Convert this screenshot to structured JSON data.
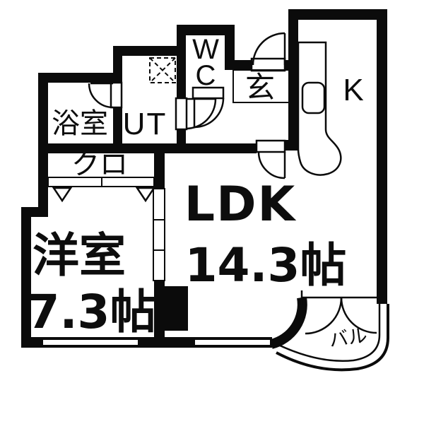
{
  "plan_type": "apartment-floor-plan",
  "colors": {
    "wall": "#0b0b0b",
    "background": "#ffffff",
    "line": "#0b0b0b"
  },
  "rooms": {
    "bath": {
      "label": "浴室"
    },
    "utility": {
      "label": "UT"
    },
    "toilet": {
      "label": "WC",
      "line1": "W",
      "line2": "C"
    },
    "entrance": {
      "label": "玄"
    },
    "kitchen": {
      "label": "K"
    },
    "closet": {
      "label": "クロ"
    },
    "bedroom": {
      "label": "洋室",
      "area": "7.3帖"
    },
    "ldk": {
      "label": "LDK",
      "area": "14.3帖"
    },
    "balcony": {
      "label": "バル"
    }
  }
}
